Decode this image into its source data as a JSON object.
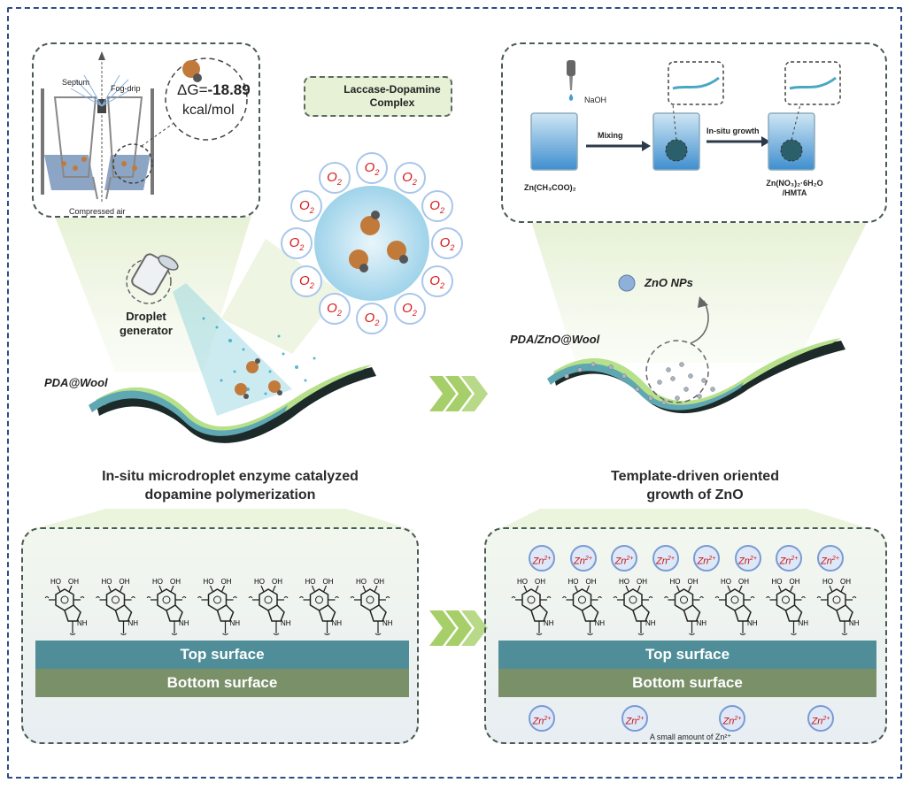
{
  "colors": {
    "frame": "#2e4a86",
    "wool_top": "#5fa7b3",
    "wool_edge": "#b6e08a",
    "wool_bottom": "#1d2a2a",
    "top_surface": "#4f8e98",
    "bottom_surface": "#7a9068",
    "enzyme": "#c27a3a",
    "o2_text": "#d61a1a",
    "zn_text": "#c41414",
    "legend_bg": "#e6f1d6",
    "arrow_green": "#a6cf6a",
    "shadow_green": "#dcebc4",
    "beaker_liquid": "#4a9bd6"
  },
  "left_inset": {
    "septum": "Septum",
    "fog_drip": "Fog-drip",
    "compressed_air": "Compressed air",
    "dg_prefix": "ΔG=",
    "dg_value": "-18.89",
    "dg_unit": "kcal/mol"
  },
  "legend": {
    "label": "Laccase-Dopamine Complex"
  },
  "oxygen": {
    "symbol": "O",
    "subscript": "2"
  },
  "droplet": {
    "line1": "Droplet",
    "line2": "generator"
  },
  "left": {
    "material": "PDA@Wool",
    "title_line1": "In-situ microdroplet enzyme catalyzed",
    "title_line2": "dopamine polymerization",
    "top_surface": "Top surface",
    "bottom_surface": "Bottom surface"
  },
  "right_inset": {
    "naoh": "NaOH",
    "mixing": "Mixing",
    "in_situ": "In-situ growth",
    "zn_acetate": "Zn(CH₃COO)₂",
    "zn_nitrate_line1": "Zn(NO₃)₂·6H₂O",
    "zn_nitrate_line2": "/HMTA"
  },
  "right": {
    "nps": "ZnO NPs",
    "material": "PDA/ZnO@Wool",
    "title_line1": "Template-driven oriented",
    "title_line2": "growth of ZnO",
    "top_surface": "Top surface",
    "bottom_surface": "Bottom surface",
    "ion_symbol": "Zn",
    "ion_charge": "2+",
    "small_amount": "A small amount of Zn²⁺"
  },
  "molecule": {
    "ho1": "HO",
    "oh1": "OH",
    "nh": "NH"
  }
}
